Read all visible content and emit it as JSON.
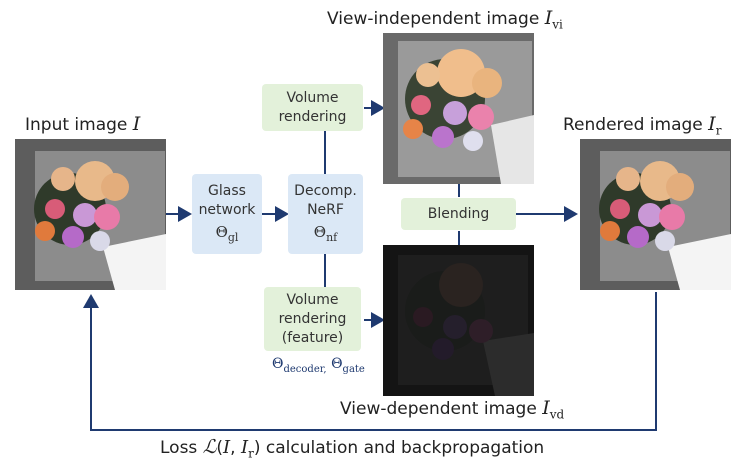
{
  "titles": {
    "input": "Input image",
    "input_sym": "I",
    "vi": "View-independent image",
    "vi_sym": "I",
    "vi_sub": "vi",
    "rendered": "Rendered image",
    "rendered_sym": "I",
    "rendered_sub": "r",
    "vd": "View-dependent image",
    "vd_sym": "I",
    "vd_sub": "vd"
  },
  "boxes": {
    "glass": {
      "line1": "Glass",
      "line2": "network",
      "theta": "Θ",
      "theta_sub": "gl"
    },
    "nerf": {
      "line1": "Decomp.",
      "line2": "NeRF",
      "theta": "Θ",
      "theta_sub": "nf"
    },
    "vol_top": {
      "line1": "Volume",
      "line2": "rendering"
    },
    "vol_bottom": {
      "line1": "Volume",
      "line2": "rendering",
      "line3": "(feature)"
    },
    "blending": {
      "label": "Blending"
    }
  },
  "params": {
    "theta": "Θ",
    "decoder_sub": "decoder,",
    "gate_sub": "gate"
  },
  "loss": {
    "prefix": "Loss",
    "script_L": "ℒ",
    "open": "(",
    "I1": "I",
    "comma": ", ",
    "I2": "I",
    "sub": "r",
    "suffix": ") calculation and backpropagation"
  },
  "colors": {
    "arrow": "#1f3a70",
    "blue_box": "#dbe8f6",
    "green_box": "#e3f1da"
  }
}
